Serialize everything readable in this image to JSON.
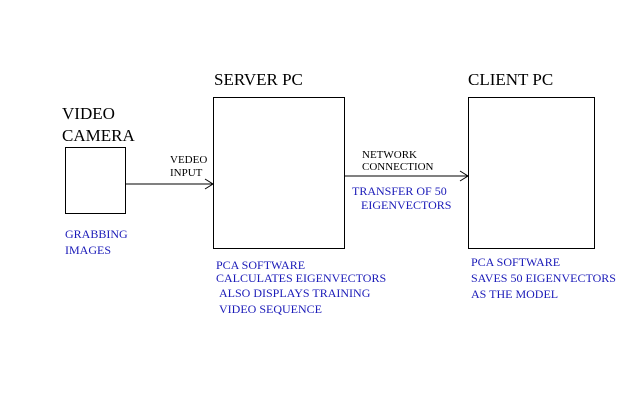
{
  "colors": {
    "line": "#000000",
    "caption": "#1a1ab8"
  },
  "nodes": {
    "camera": {
      "title_line1": "VIDEO",
      "title_line2": "CAMERA",
      "caption_line1": "GRABBING",
      "caption_line2": "IMAGES"
    },
    "server": {
      "title": "SERVER PC",
      "caption_line1": "PCA SOFTWARE",
      "caption_line2": "CALCULATES EIGENVECTORS",
      "caption_line3": "ALSO DISPLAYS TRAINING",
      "caption_line4": "VIDEO SEQUENCE"
    },
    "client": {
      "title": "CLIENT PC",
      "caption_line1": "PCA SOFTWARE",
      "caption_line2": "SAVES 50 EIGENVECTORS",
      "caption_line3": "AS THE MODEL"
    }
  },
  "edges": {
    "video_input": {
      "label_line1": "VEDEO",
      "label_line2": "INPUT"
    },
    "network": {
      "label_line1": "NETWORK",
      "label_line2": "CONNECTION",
      "note_line1": "TRANSFER OF 50",
      "note_line2": "EIGENVECTORS"
    }
  }
}
